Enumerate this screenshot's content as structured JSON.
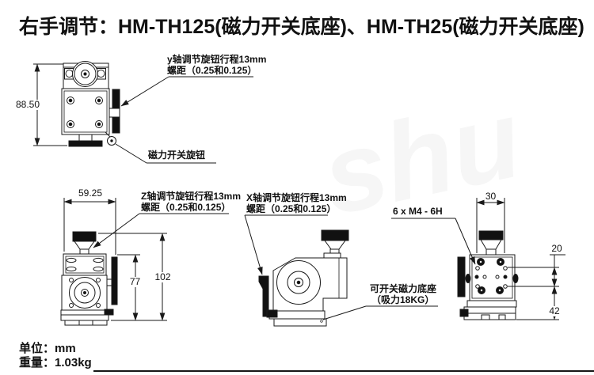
{
  "title": "右手调节：HM-TH125(磁力开关底座)、HM-TH25(磁力开关底座)",
  "watermark": "shu",
  "labels": {
    "y_axis_line1": "y轴调节旋钮行程13mm",
    "y_axis_line2": "螺距（0.25和0.125）",
    "magnet_knob": "磁力开关旋钮",
    "z_axis_line1": "Z轴调节旋钮行程13mm",
    "z_axis_line2": "螺距（0.25和0.125）",
    "x_axis_line1": "X轴调节旋钮行程13mm",
    "x_axis_line2": "螺距（0.25和0.125）",
    "magnet_base_line1": "可开关磁力底座",
    "magnet_base_line2": "（吸力18KG）",
    "thread_spec": "6 x M4 - 6H"
  },
  "dimensions": {
    "front_total_height": "88.50",
    "stage_width": "59.25",
    "body_height": "77",
    "total_height": "102",
    "knob_width": "30",
    "hole_offset": "20",
    "base_to_hole": "42"
  },
  "footer": {
    "unit": "单位：mm",
    "weight": "重量：1.03kg"
  },
  "colors": {
    "line": "#1a1a1a",
    "fill_black": "#111111",
    "background": "#ffffff"
  }
}
